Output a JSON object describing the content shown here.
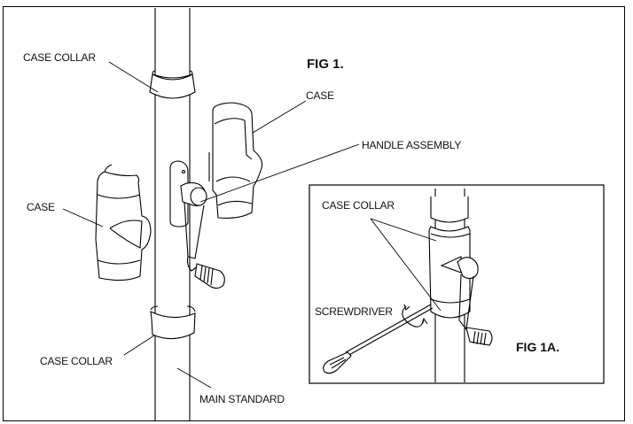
{
  "figure_main": {
    "title": "FIG 1.",
    "labels": {
      "case_collar_top": "CASE COLLAR",
      "case_right": "CASE",
      "handle_assembly": "HANDLE ASSEMBLY",
      "case_left": "CASE",
      "case_collar_bottom": "CASE COLLAR",
      "main_standard": "MAIN STANDARD"
    }
  },
  "figure_inset": {
    "title": "FIG 1A.",
    "labels": {
      "case_collar": "CASE COLLAR",
      "screwdriver": "SCREWDRIVER"
    }
  },
  "colors": {
    "line": "#000000",
    "background": "#ffffff"
  }
}
